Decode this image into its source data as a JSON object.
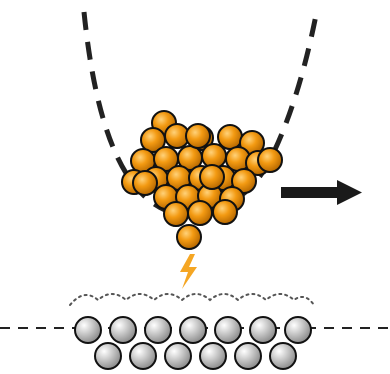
{
  "diagram": {
    "colors": {
      "particle_fill": "#f39a12",
      "particle_highlight": "#ffd27a",
      "particle_shade": "#b86900",
      "outline": "#111111",
      "spark": "#f5a623",
      "substrate_light": "#ffffff",
      "substrate_dark": "#8c8c8c",
      "arrow": "#1a1a1a",
      "guide": "#222222"
    },
    "particle_count": 30,
    "substrate_top_row_count": 7,
    "substrate_bottom_row_count": 6,
    "icons": [
      "potential-well-curve",
      "lightning-bolt-icon",
      "arrow-right-icon",
      "surface-bump-outline"
    ]
  }
}
